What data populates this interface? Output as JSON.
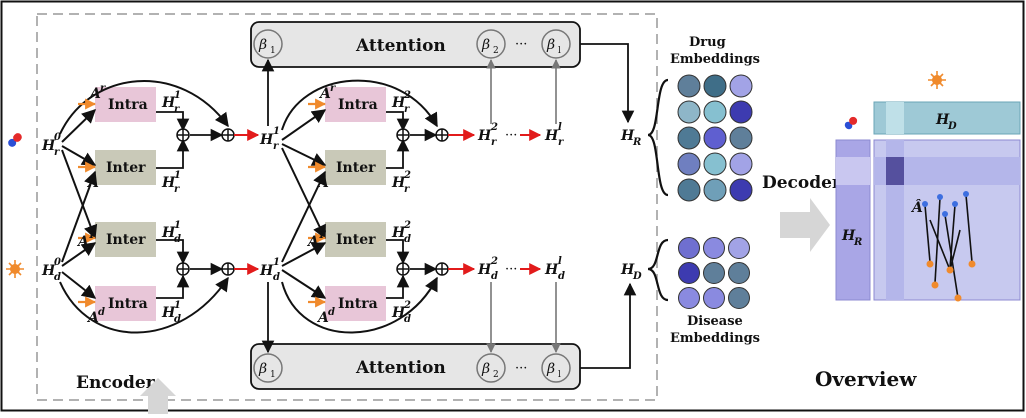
{
  "blocks": {
    "intra": "Intra",
    "inter": "Inter",
    "attention": "Attention",
    "encoder": "Encoder",
    "decoder": "Decoder",
    "overview": "Overview",
    "drug_embeddings": [
      "Drug",
      "Embeddings"
    ],
    "disease_embeddings": [
      "Disease",
      "Embeddings"
    ]
  },
  "symbols": {
    "beta1": "β",
    "beta1_sub": "1",
    "beta2_sub": "2",
    "betal_sub": "l",
    "dots": "···",
    "H": "H",
    "A": "A",
    "A_hat": "Â",
    "H_R": "H",
    "R": "R",
    "D": "D",
    "sub_r": "r",
    "sub_d": "d",
    "sup_0": "0",
    "sup_1": "1",
    "sup_2": "2",
    "sup_l": "l",
    "sup_T": "T"
  },
  "colors": {
    "intra_fill": "#e8c6d8",
    "inter_fill": "#c9c9b8",
    "attention_fill": "#e6e6e6",
    "red_arrow": "#e21b1b",
    "orange_arrow": "#f08a2c",
    "decoder_top": "#9ec9d6",
    "decoder_left": "#a9a6e6",
    "decoder_main": "#c7c9ef",
    "decoder_dark": "#55509e"
  },
  "drug_grid_colors": [
    [
      "#5f7f9a",
      "#3f6e88",
      "#a2a3e6"
    ],
    [
      "#8eb6c8",
      "#86c0d0",
      "#3d3bb0"
    ],
    [
      "#4f7a95",
      "#5f5fd0",
      "#5f7f9a"
    ],
    [
      "#6f7fc0",
      "#86c0d0",
      "#a2a3e6"
    ],
    [
      "#4f7a95",
      "#6f9fb8",
      "#3d3bb0"
    ]
  ],
  "disease_grid_colors": [
    [
      "#6f6fd0",
      "#8a8ae0",
      "#a2a3e6"
    ],
    [
      "#3d3bb0",
      "#5f7f9a",
      "#5f7f9a"
    ],
    [
      "#8a8ae0",
      "#8a8ae0",
      "#5f7f9a"
    ]
  ]
}
